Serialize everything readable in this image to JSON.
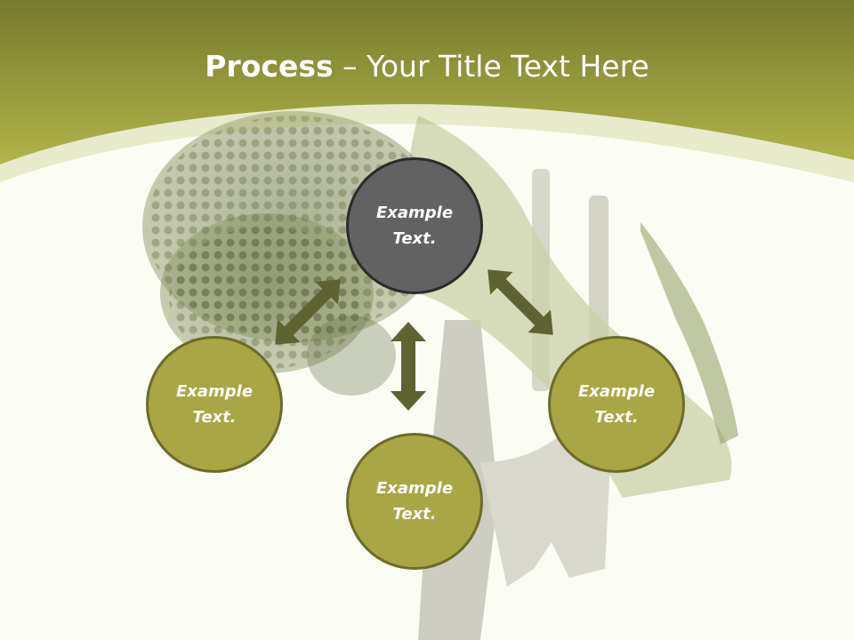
{
  "slide": {
    "title_bold": "Process",
    "title_rest": " – Your Title Text Here"
  },
  "colors": {
    "header_olive": "#9aa03c",
    "node_olive": "#a9a645",
    "node_center": "#626262",
    "arrow": "#5e6331"
  },
  "diagram": {
    "center": {
      "label": "Example Text."
    },
    "nodes": [
      {
        "label": "Example Text."
      },
      {
        "label": "Example Text."
      },
      {
        "label": "Example Text."
      }
    ]
  }
}
